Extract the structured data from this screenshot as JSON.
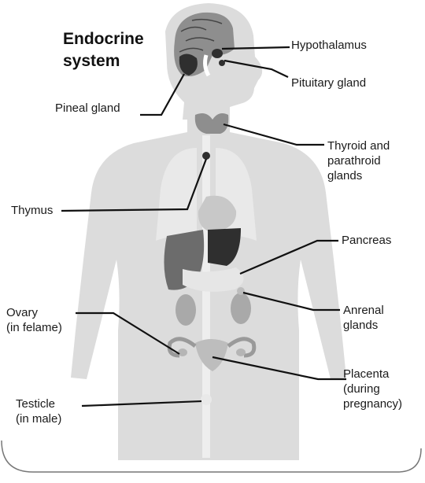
{
  "title": "Endocrine\nsystem",
  "labels": {
    "hypothalamus": "Hypothalamus",
    "pituitary": "Pituitary gland",
    "pineal": "Pineal gland",
    "thyroid": "Thyroid and\nparathroid\nglands",
    "thymus": "Thymus",
    "pancreas": "Pancreas",
    "adrenal": "Anrenal\nglands",
    "ovary": "Ovary\n(in felame)",
    "placenta": "Placenta\n(during\npregnancy)",
    "testicle": "Testicle\n(in male)"
  },
  "colors": {
    "body": "#dcdcdc",
    "organ_light": "#e9e9e9",
    "organ_mid": "#8e8e8e",
    "organ_dark": "#2f2f2f",
    "leader": "#111111"
  }
}
